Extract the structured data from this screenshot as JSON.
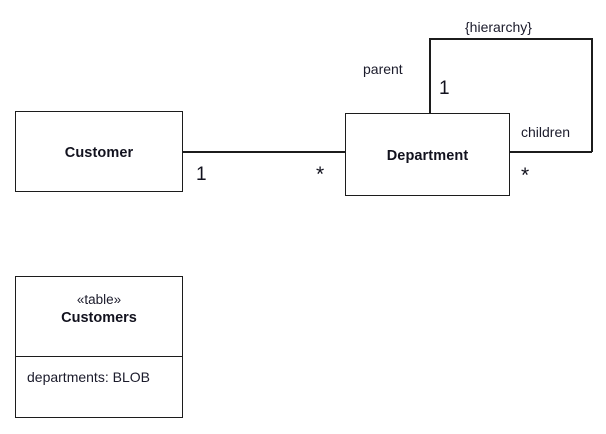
{
  "diagram": {
    "type": "uml-class-diagram",
    "background_color": "#ffffff",
    "line_color": "#1c1c1c",
    "text_color": "#1b1b2b",
    "classes": [
      {
        "id": "customer",
        "name": "Customer",
        "stereotype": null,
        "attributes": []
      },
      {
        "id": "department",
        "name": "Department",
        "stereotype": null,
        "attributes": []
      },
      {
        "id": "customers_table",
        "name": "Customers",
        "stereotype": "«table»",
        "attributes": [
          "departments: BLOB"
        ]
      }
    ],
    "associations": [
      {
        "id": "customer-department",
        "from": "Customer",
        "to": "Department",
        "from_multiplicity": "1",
        "to_multiplicity": "*",
        "constraint": null
      },
      {
        "id": "department-self-hierarchy",
        "from": "Department",
        "to": "Department",
        "from_role": "parent",
        "to_role": "children",
        "from_multiplicity": "1",
        "to_multiplicity": "*",
        "constraint": "{hierarchy}"
      }
    ]
  }
}
